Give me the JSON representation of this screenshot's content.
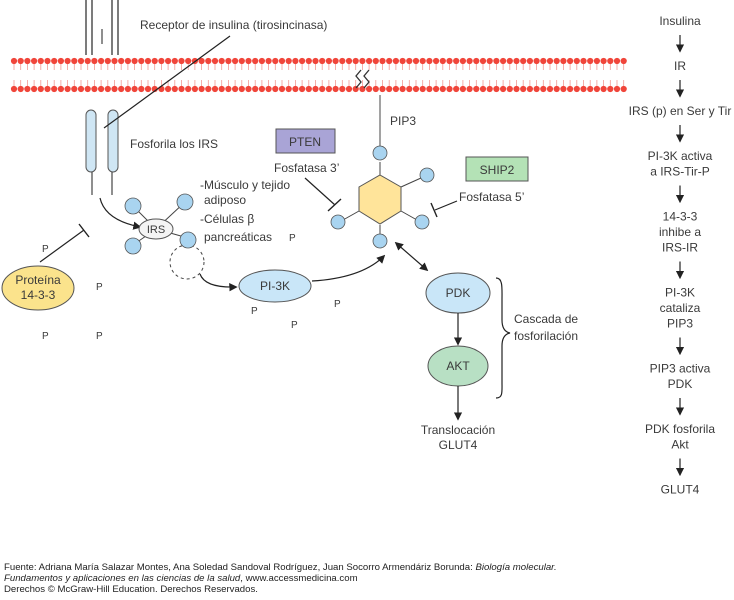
{
  "colors": {
    "membrane": "#f0453a",
    "receptor": "#cfe6f4",
    "phosphate": "#a9d4f0",
    "hexagon": "#ffe49a",
    "protein_1433": "#fbe38c",
    "pi3k": "#c9e6f8",
    "pdk": "#c9e6f8",
    "akt": "#b8e0c4",
    "pten": "#a9a4d6",
    "ship2": "#b4e2b6",
    "text": "#3a3a3a"
  },
  "labels": {
    "receptor": "Receptor de insulina (tirosincinasa)",
    "fosforila_irs": "Fosforila los IRS",
    "irs": "IRS",
    "tissue_1": "-Músculo y tejido",
    "tissue_2": "adiposo",
    "tissue_3": "-Células β",
    "tissue_4": "pancreáticas",
    "protein_1433_1": "Proteína",
    "protein_1433_2": "14-3-3",
    "pi3k": "PI-3K",
    "pip3": "PIP3",
    "pten": "PTEN",
    "fosfatasa3": "Fosfatasa 3’",
    "ship2": "SHIP2",
    "fosfatasa5": "Fosfatasa 5’",
    "pdk": "PDK",
    "akt": "AKT",
    "cascada_1": "Cascada de",
    "cascada_2": "fosforilación",
    "translocacion_1": "Translocación",
    "translocacion_2": "GLUT4",
    "phosphate": "P"
  },
  "flow_steps": [
    [
      "Insulina"
    ],
    [
      "IR"
    ],
    [
      "IRS (p) en Ser y Tir"
    ],
    [
      "PI-3K activa",
      "a IRS-Tir-P"
    ],
    [
      "14-3-3",
      "inhibe a",
      "IRS-IR"
    ],
    [
      "PI-3K",
      "cataliza",
      "PIP3"
    ],
    [
      "PIP3 activa",
      "PDK"
    ],
    [
      "PDK fosforila",
      "Akt"
    ],
    [
      "GLUT4"
    ]
  ],
  "footer": {
    "line1_prefix": "Fuente: Adriana María Salazar Montes, Ana Soledad Sandoval Rodríguez, Juan Socorro Armendáriz Borunda: ",
    "line1_title": "Biología molecular.",
    "line2_title": "Fundamentos y aplicaciones en las ciencias de la salud",
    "line2_suffix": ", www.accessmedicina.com",
    "line3": "Derechos © McGraw-Hill Education. Derechos Reservados."
  }
}
